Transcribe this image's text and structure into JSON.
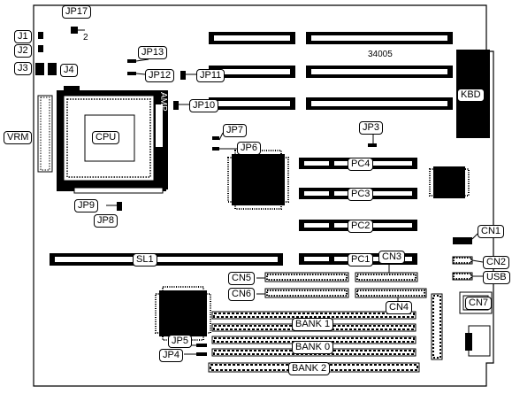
{
  "board_id": "34005",
  "labels": {
    "jp17": "JP17",
    "jp17_pin": "2",
    "j1": "J1",
    "j2": "J2",
    "j3": "J3",
    "j4": "J4",
    "jp13": "JP13",
    "jp12": "JP12",
    "jp11": "JP11",
    "jp10": "JP10",
    "vrm": "VRM",
    "cpu": "CPU",
    "amp": "AMP",
    "jp7": "JP7",
    "jp6": "JP6",
    "jp3": "JP3",
    "kbd": "KBD",
    "pc4": "PC4",
    "pc3": "PC3",
    "pc2": "PC2",
    "pc1": "PC1",
    "jp9": "JP9",
    "jp8": "JP8",
    "sl1": "SL1",
    "cn1": "CN1",
    "cn2": "CN2",
    "cn3": "CN3",
    "cn4": "CN4",
    "cn5": "CN5",
    "cn6": "CN6",
    "cn7": "CN7",
    "usb": "USB",
    "bank1": "BANK 1",
    "bank0": "BANK 0",
    "bank2": "BANK 2",
    "jp5": "JP5",
    "jp4": "JP4"
  }
}
